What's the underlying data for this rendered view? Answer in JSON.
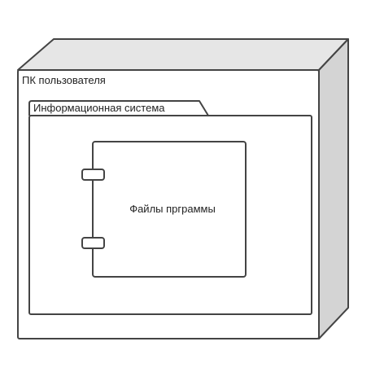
{
  "node": {
    "label": "ПК пользователя"
  },
  "package": {
    "label": "Информационная система"
  },
  "component": {
    "label": "Файлы прграммы"
  },
  "colors": {
    "stroke": "#444444",
    "top_face": "#e6e6e6",
    "side_face": "#d4d4d4",
    "front_face": "#ffffff",
    "text": "#222222"
  }
}
